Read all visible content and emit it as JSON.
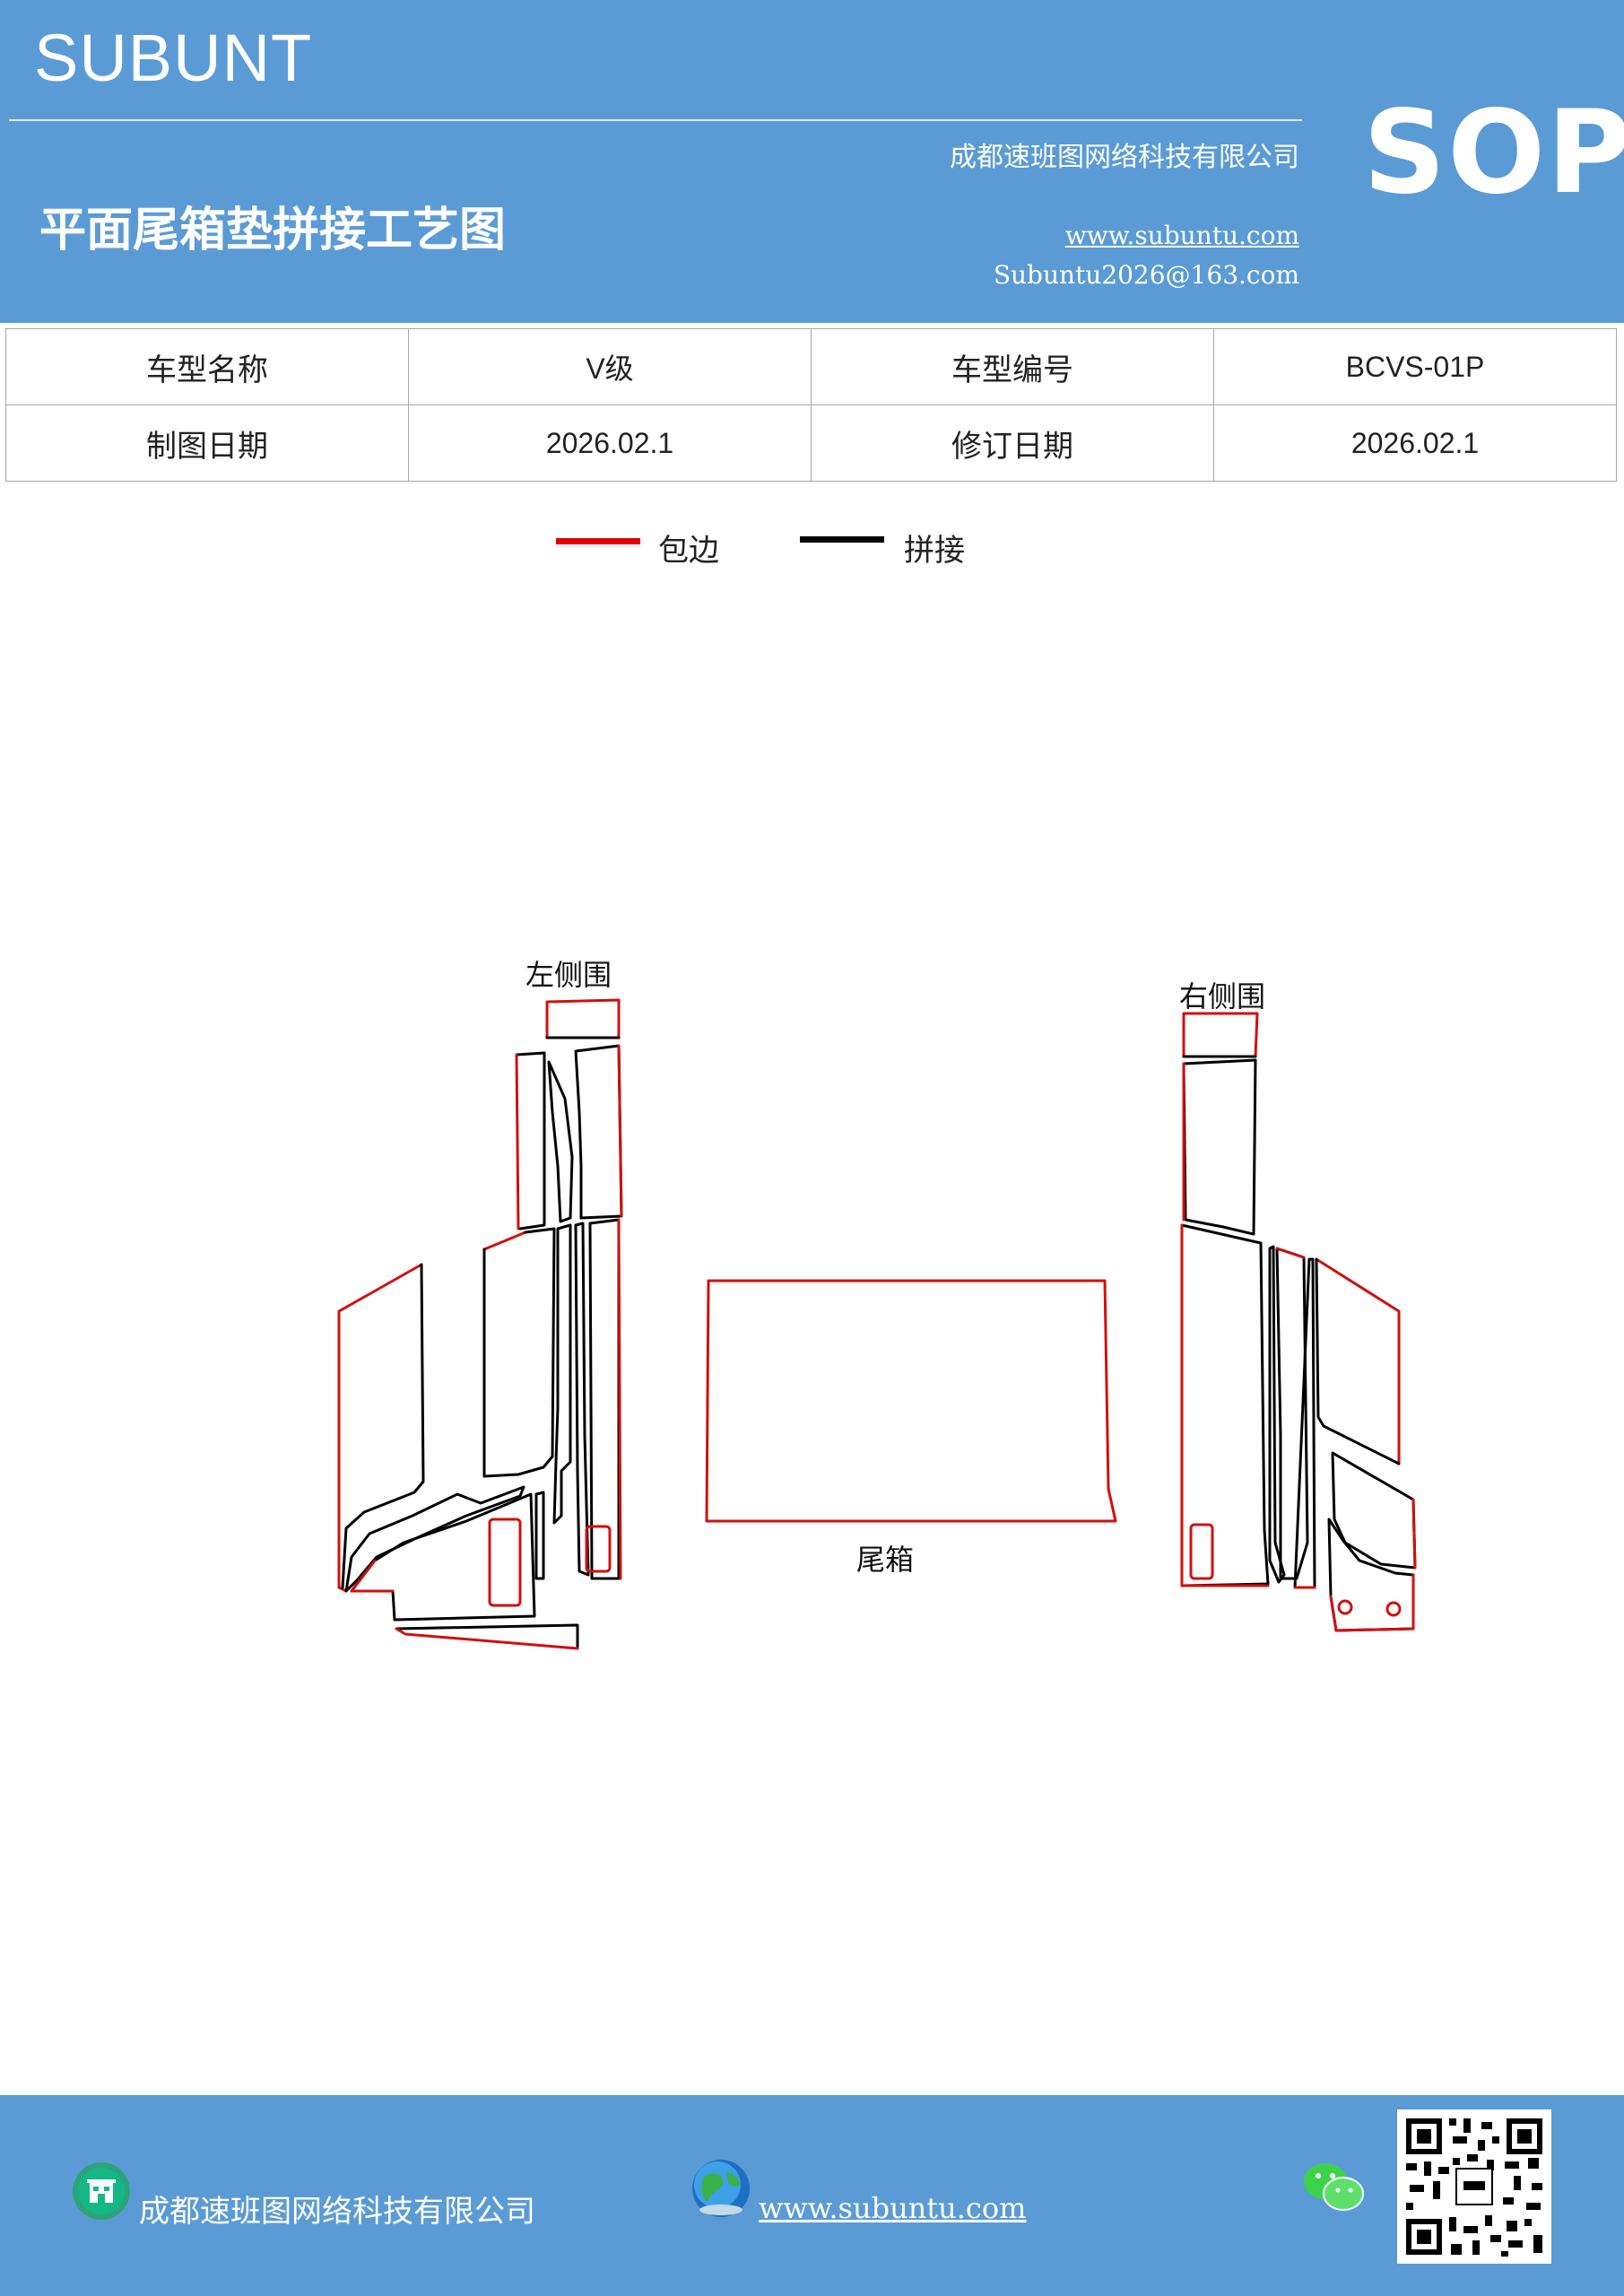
{
  "header": {
    "brand": "SUBUNT",
    "company": "成都速班图网络科技有限公司",
    "title": "平面尾箱垫拼接工艺图",
    "website": "www.subuntu.com",
    "email": "Subuntu2026@163.com",
    "badge": "SOP"
  },
  "info_table": {
    "rows": [
      {
        "label1": "车型名称",
        "value1": "V级",
        "label2": "车型编号",
        "value2": "BCVS-01P"
      },
      {
        "label1": "制图日期",
        "value1": "2026.02.1",
        "label2": "修订日期",
        "value2": "2026.02.1"
      }
    ]
  },
  "legend": {
    "items": [
      {
        "label": "包边",
        "color": "#e00000"
      },
      {
        "label": "拼接",
        "color": "#000000"
      }
    ]
  },
  "diagram": {
    "labels": {
      "left": "左侧围",
      "right": "右侧围",
      "center": "尾箱"
    },
    "colors": {
      "edge": "#d01010",
      "seam": "#000000"
    }
  },
  "footer": {
    "company": "成都速班图网络科技有限公司",
    "website": "www.subuntu.com",
    "icons": [
      "building-icon",
      "globe-icon",
      "wechat-icon",
      "qr-code"
    ]
  }
}
